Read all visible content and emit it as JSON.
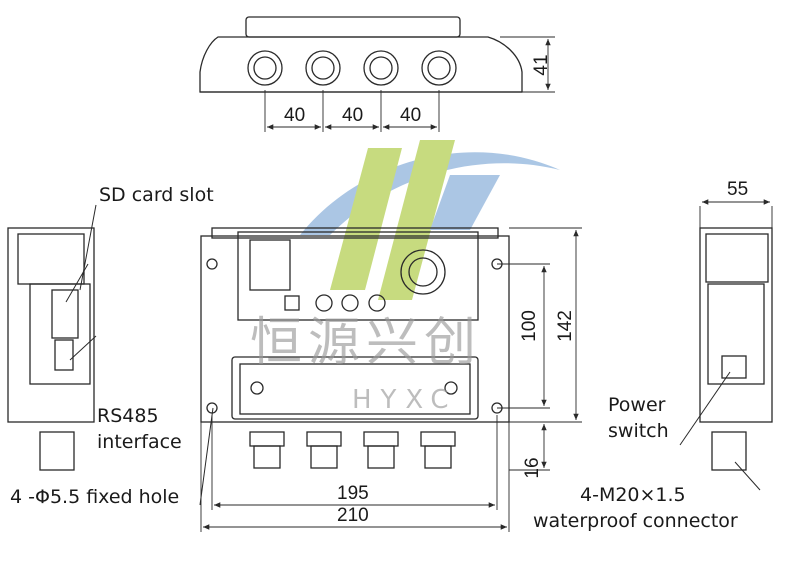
{
  "labels": {
    "sd_card": "SD card slot",
    "rs485_line1": "RS485",
    "rs485_line2": "interface",
    "fixed_hole": "4 -Φ5.5 fixed hole",
    "power_line1": "Power",
    "power_line2": "switch",
    "connector_line1": "4-M20×1.5",
    "connector_line2": "waterproof connector"
  },
  "dimensions": {
    "top_height": "41",
    "spacing_1": "40",
    "spacing_2": "40",
    "spacing_3": "40",
    "side_width": "55",
    "inner_height": "100",
    "total_height": "142",
    "connector_height": "16",
    "inner_width": "195",
    "total_width": "210"
  },
  "watermark": {
    "chinese": "恒源兴创",
    "latin": "HYXC"
  },
  "colors": {
    "line": "#2a2a2a",
    "watermark_green": "#b5cf55",
    "watermark_blue": "#8fb4dc",
    "watermark_text": "#9a9a9a"
  }
}
